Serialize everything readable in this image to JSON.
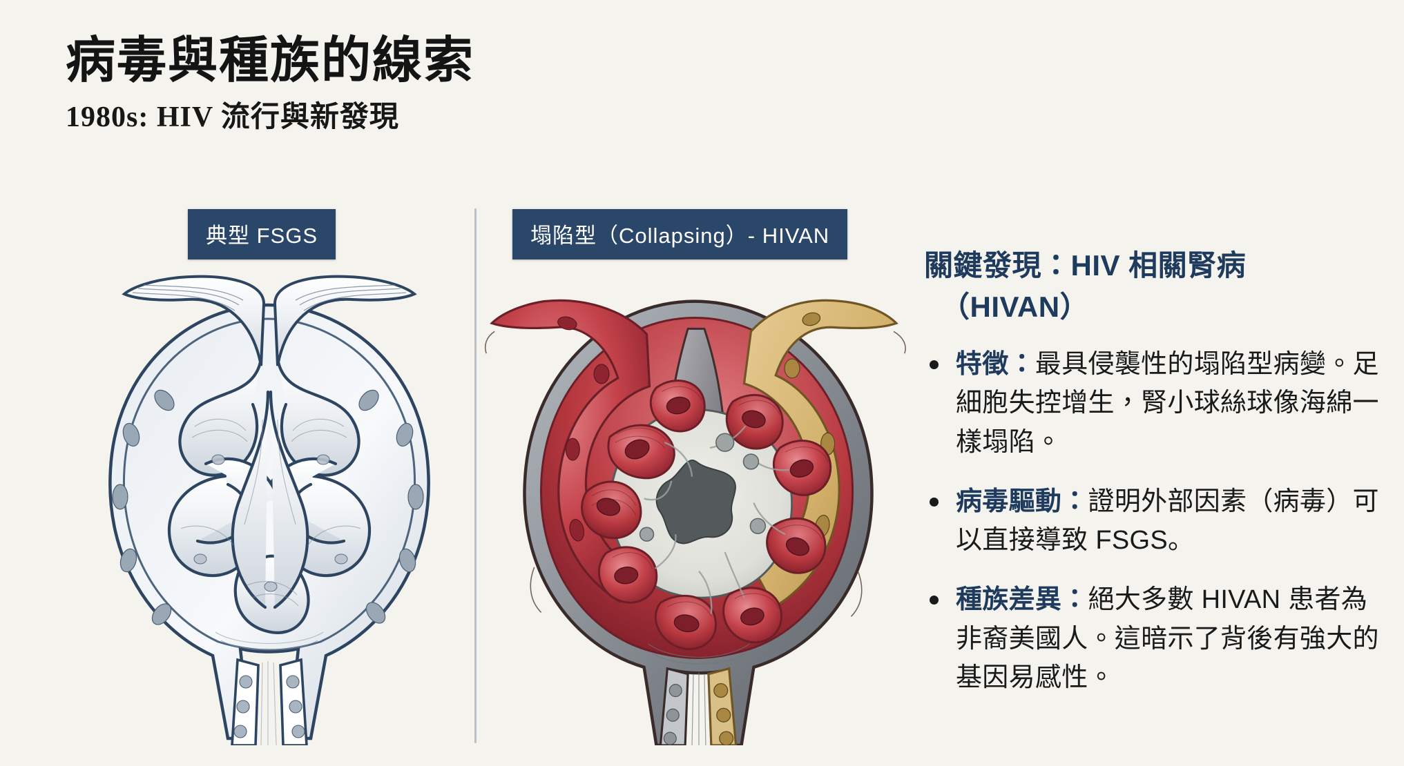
{
  "header": {
    "title": "病毒與種族的線索",
    "subtitle": "1980s: HIV 流行與新發現"
  },
  "figures": {
    "left": {
      "badge": "典型 FSGS",
      "caption_name": "classic-fsgs-glomerulus-illustration",
      "palette": {
        "line": "#2d4560",
        "fill": "#ffffff",
        "cell_nucleus": "#9aa7b4",
        "shade": "#c7cfd8"
      }
    },
    "right": {
      "badge": "塌陷型（Collapsing）- HIVAN",
      "caption_name": "collapsing-hivan-glomerulus-illustration",
      "palette": {
        "line": "#3a2b2b",
        "capillary": "#c0393f",
        "capillary_light": "#e08086",
        "capillary_dark": "#8e2430",
        "capsule_gray": "#8f9398",
        "vessel_gold": "#d8b974",
        "matrix": "#dfe0dc",
        "lumen_dark": "#555a5c"
      }
    }
  },
  "panel": {
    "heading_line1": "關鍵發現：HIV 相關腎病",
    "heading_line2": "（HIVAN）",
    "bullets": [
      {
        "lead": "特徵：",
        "text": "最具侵襲性的塌陷型病變。足細胞失控增生，腎小球絲球像海綿一樣塌陷。"
      },
      {
        "lead": "病毒驅動：",
        "text": "證明外部因素（病毒）可以直接導致 FSGS。"
      },
      {
        "lead": "種族差異：",
        "text": "絕大多數 HIVAN 患者為非裔美國人。這暗示了背後有強大的基因易感性。"
      }
    ]
  },
  "colors": {
    "background": "#f4f3ee",
    "badge_bg": "#2a4668",
    "badge_text": "#ffffff",
    "heading_navy": "#1e3a5c",
    "body_text": "#1a1a1a",
    "divider": "#b9c0c6"
  }
}
